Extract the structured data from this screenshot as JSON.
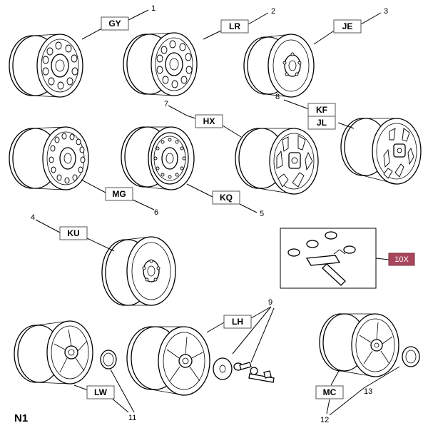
{
  "diagram": {
    "corner_label": "N1",
    "accessory_kit_code": "10X",
    "parts": [
      {
        "number": "1",
        "code": "GY"
      },
      {
        "number": "2",
        "code": "LR"
      },
      {
        "number": "3",
        "code": "JE"
      },
      {
        "number": "5",
        "code": "KQ"
      },
      {
        "number": "6",
        "code": "MG"
      },
      {
        "number": "7",
        "code": "HX"
      },
      {
        "number": "8",
        "code": "KF",
        "code_2": "JL"
      },
      {
        "number": "4",
        "code": "KU"
      },
      {
        "number": "9",
        "code": "LH"
      },
      {
        "number": "11",
        "code": "LW"
      },
      {
        "number": "12",
        "code": "MC"
      },
      {
        "number": "13"
      }
    ]
  }
}
